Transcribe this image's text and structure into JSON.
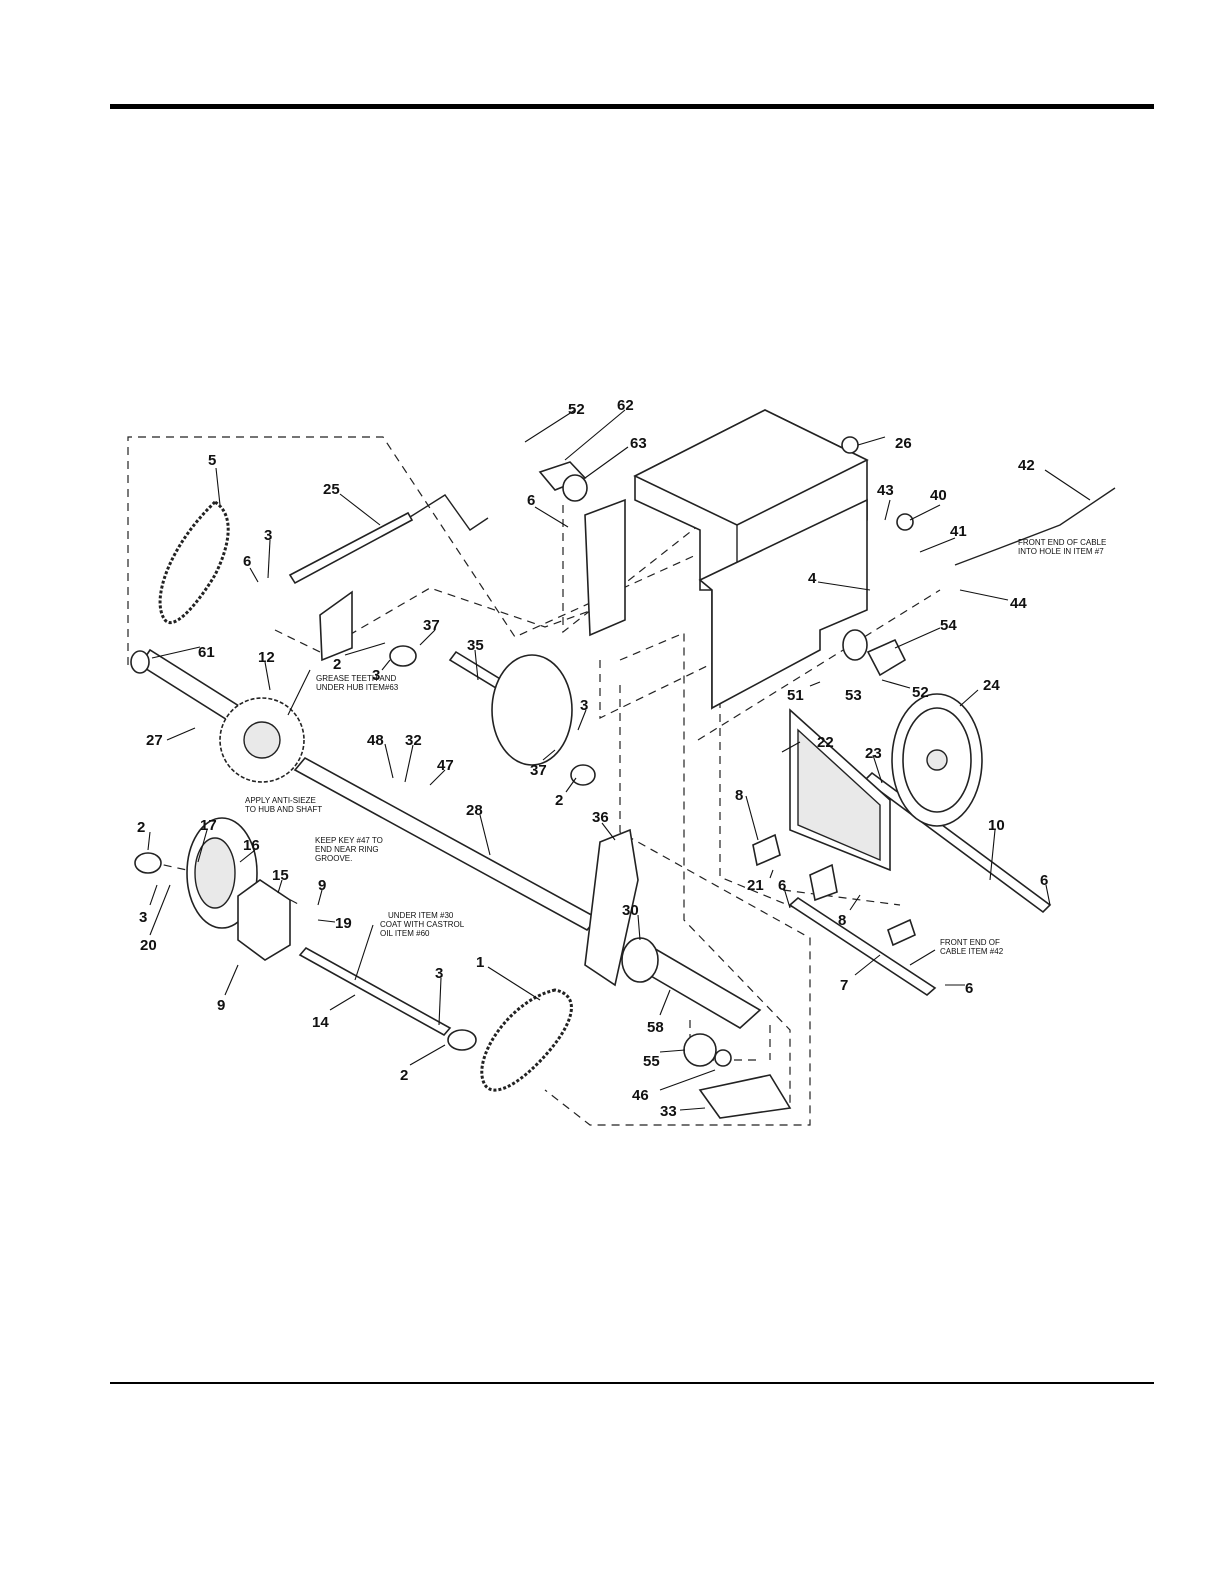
{
  "callouts": {
    "1": "1",
    "2": "2",
    "3": "3",
    "4": "4",
    "5": "5",
    "6": "6",
    "7": "7",
    "8": "8",
    "9": "9",
    "10": "10",
    "12": "12",
    "14": "14",
    "15": "15",
    "16": "16",
    "17": "17",
    "19": "19",
    "20": "20",
    "21": "21",
    "22": "22",
    "23": "23",
    "24": "24",
    "25": "25",
    "26": "26",
    "27": "27",
    "28": "28",
    "30": "30",
    "32": "32",
    "33": "33",
    "35": "35",
    "36": "36",
    "37": "37",
    "40": "40",
    "41": "41",
    "42": "42",
    "43": "43",
    "44": "44",
    "46": "46",
    "47": "47",
    "48": "48",
    "51": "51",
    "52": "52",
    "53": "53",
    "54": "54",
    "55": "55",
    "58": "58",
    "61": "61",
    "62": "62",
    "63": "63"
  },
  "notes": {
    "front_cable": [
      "FRONT END OF CABLE",
      "INTO HOLE IN ITEM #7"
    ],
    "grease": [
      "GREASE TEETH AND",
      "UNDER HUB ITEM#63"
    ],
    "anti_sieze": [
      "APPLY ANTI-SIEZE",
      "TO HUB AND SHAFT"
    ],
    "keep_key": [
      "KEEP KEY #47 TO",
      "END NEAR RING",
      "GROOVE."
    ],
    "under_item": [
      "UNDER ITEM #30",
      "COAT WITH CASTROL",
      "OIL  ITEM #60"
    ],
    "cable_item": [
      "FRONT END OF",
      "CABLE ITEM #42"
    ]
  }
}
